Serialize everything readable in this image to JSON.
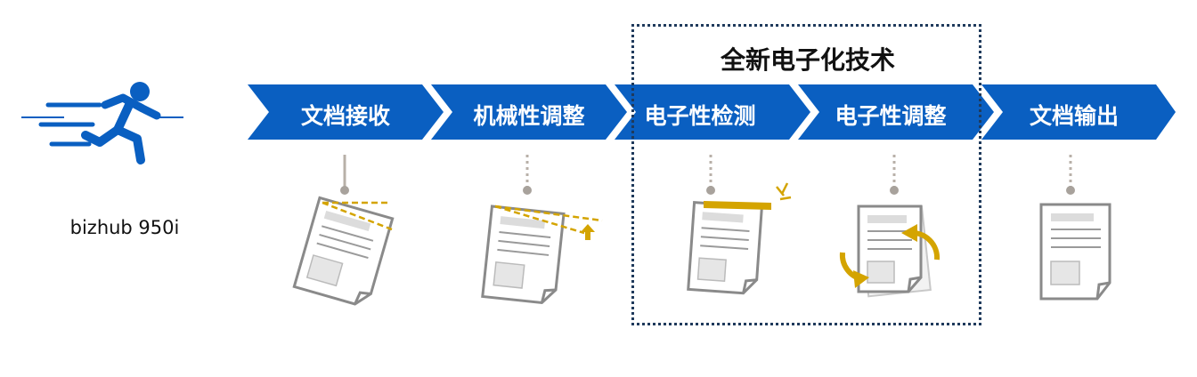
{
  "product": {
    "name": "bizhub 950i"
  },
  "highlight": {
    "title": "全新电子化技术"
  },
  "steps": [
    {
      "label": "文档接收",
      "icon": "skewed-document-icon"
    },
    {
      "label": "机械性调整",
      "icon": "mechanical-adjust-document-icon"
    },
    {
      "label": "电子性检测",
      "icon": "skew-detection-document-icon"
    },
    {
      "label": "电子性调整",
      "icon": "rotation-adjust-document-icon"
    },
    {
      "label": "文档输出",
      "icon": "straight-document-icon"
    }
  ],
  "colors": {
    "arrow_blue": "#0a5fc1",
    "accent_gold": "#d4a400",
    "doc_gray": "#8a8a8a",
    "frame_dark": "#1f3a5c"
  }
}
